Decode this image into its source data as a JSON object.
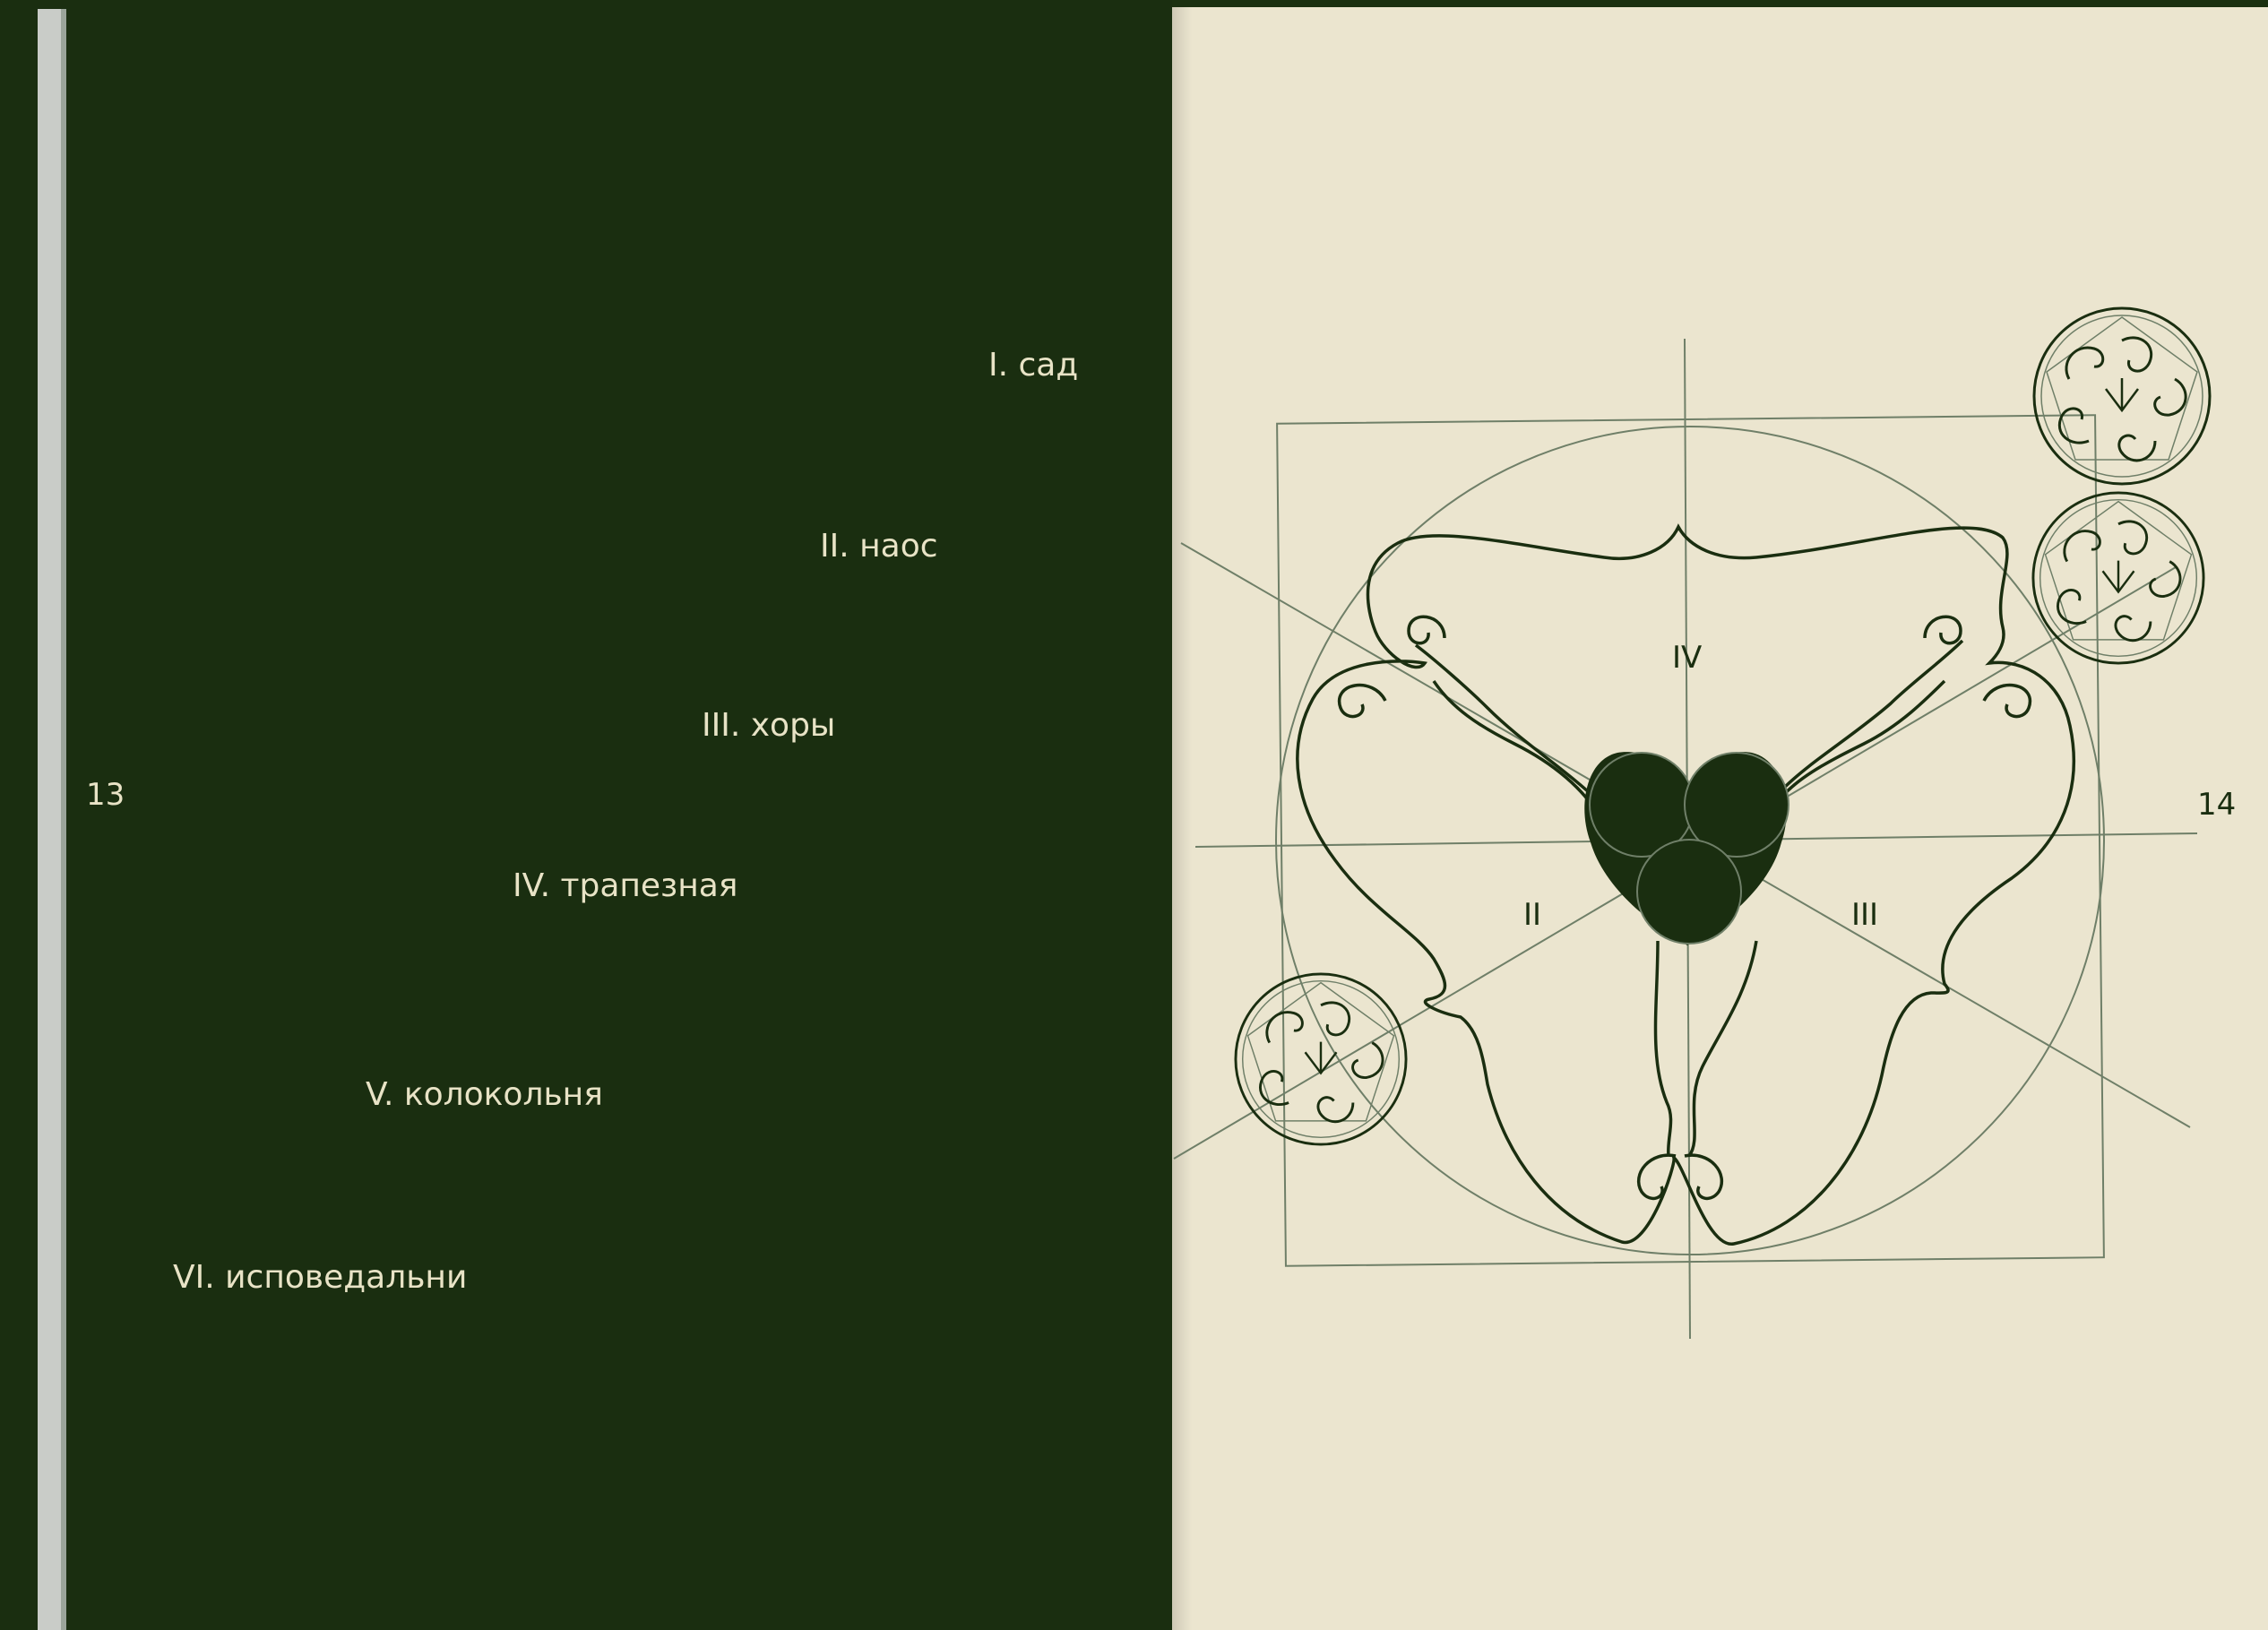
{
  "left_page": {
    "page_number": "13",
    "sections": [
      {
        "label": "I. сад"
      },
      {
        "label": "II. наос"
      },
      {
        "label": "III. хоры"
      },
      {
        "label": "IV. трапезная"
      },
      {
        "label": "V. колокольня"
      },
      {
        "label": "VI. исповедальни"
      }
    ]
  },
  "right_page": {
    "page_number": "14",
    "diagram_labels": {
      "top": "IV",
      "left": "II",
      "right": "III"
    }
  },
  "colors": {
    "dark_green": "#1a2e10",
    "paper": "#ebe5cf",
    "text_light": "#e8e3c6",
    "guide_lines": "#6f7f68"
  }
}
